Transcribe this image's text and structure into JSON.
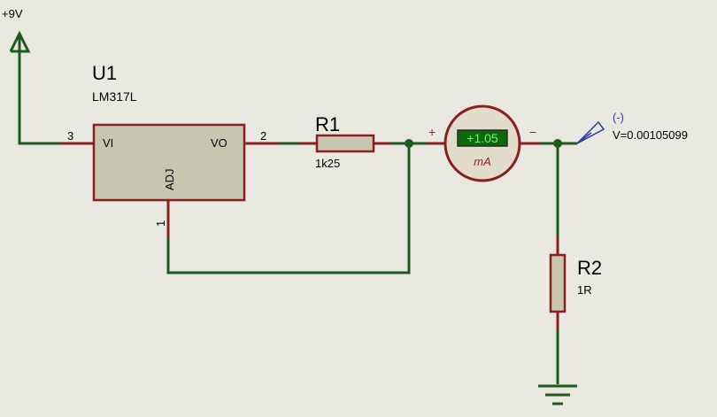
{
  "power": {
    "label": "+9V"
  },
  "regulator": {
    "ref": "U1",
    "part": "LM317L",
    "pins": {
      "vi_label": "VI",
      "vo_label": "VO",
      "adj_label": "ADJ",
      "vi_num": "3",
      "vo_num": "2",
      "adj_num": "1"
    }
  },
  "r1": {
    "ref": "R1",
    "value": "1k25"
  },
  "r2": {
    "ref": "R2",
    "value": "1R"
  },
  "meter": {
    "reading": "+1.05",
    "unit": "mA",
    "plus": "+",
    "minus": "−"
  },
  "probe": {
    "label": "(-)",
    "reading": "V=0.00105099"
  },
  "colors": {
    "background": "#e9e9e1",
    "wire": "#1e5a1e",
    "component_outline": "#8a1f1f",
    "component_fill": "#c8c6ae",
    "meter_face": "#e2dccb",
    "meter_display": "#0a6a0a",
    "probe_label": "#2a3aa6"
  }
}
